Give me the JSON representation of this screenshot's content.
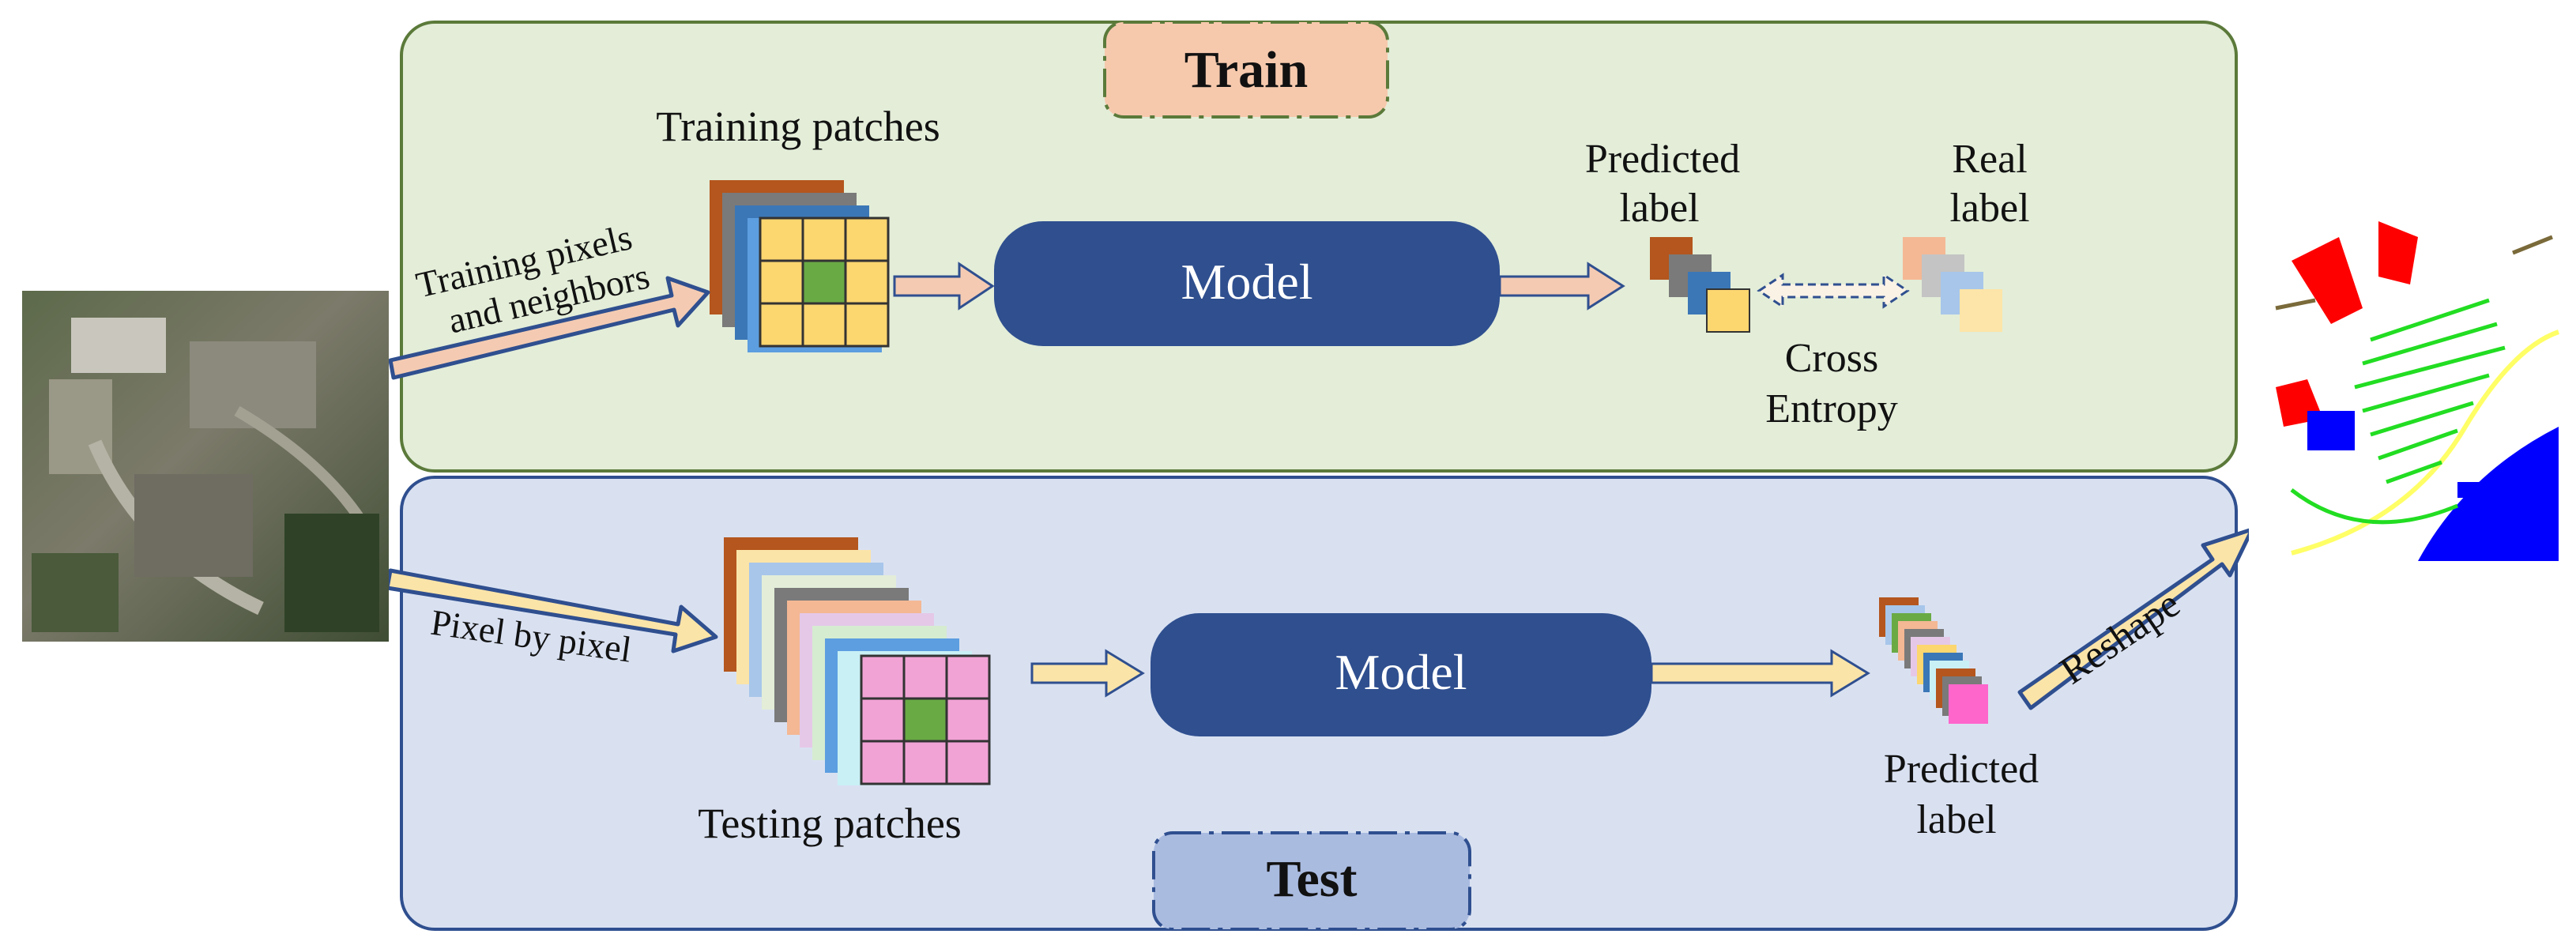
{
  "train": {
    "title": "Train",
    "patches_label": "Training patches",
    "input_label_line1": "Training pixels",
    "input_label_line2": "and neighbors",
    "model_label": "Model",
    "predicted_label_line1": "Predicted",
    "predicted_label_line2": "label",
    "real_label_line1": "Real",
    "real_label_line2": "label",
    "loss_line1": "Cross",
    "loss_line2": "Entropy"
  },
  "test": {
    "title": "Test",
    "input_label": "Pixel by pixel",
    "patches_label": "Testing patches",
    "model_label": "Model",
    "predicted_label_line1": "Predicted",
    "predicted_label_line2": "label",
    "reshape_label": "Reshape"
  },
  "colors": {
    "train_panel": "#e3edd8",
    "test_panel": "#d9e1f1",
    "model_box": "#2f4f8f",
    "train_badge": "#f6c9ad",
    "test_badge": "#aabbe0",
    "arrow_train": "#f4cbb2",
    "arrow_test": "#fbe4a8",
    "arrow_outline": "#2f4f8f",
    "patch_yellow": "#fcd66f",
    "patch_pink": "#f2a3d6",
    "patch_center": "#6aaa45"
  },
  "icons": {
    "input_image": "aerial-photo",
    "output_image": "classification-map"
  }
}
